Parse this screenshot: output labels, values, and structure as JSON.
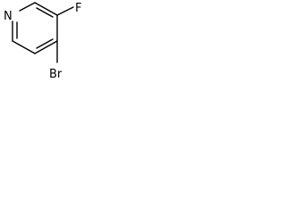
{
  "molecule": {
    "atoms": {
      "n": "N",
      "f": "F",
      "br": "Br"
    },
    "colors": {
      "bond": "#000000",
      "label": "#000000",
      "background": "#ffffff"
    }
  }
}
